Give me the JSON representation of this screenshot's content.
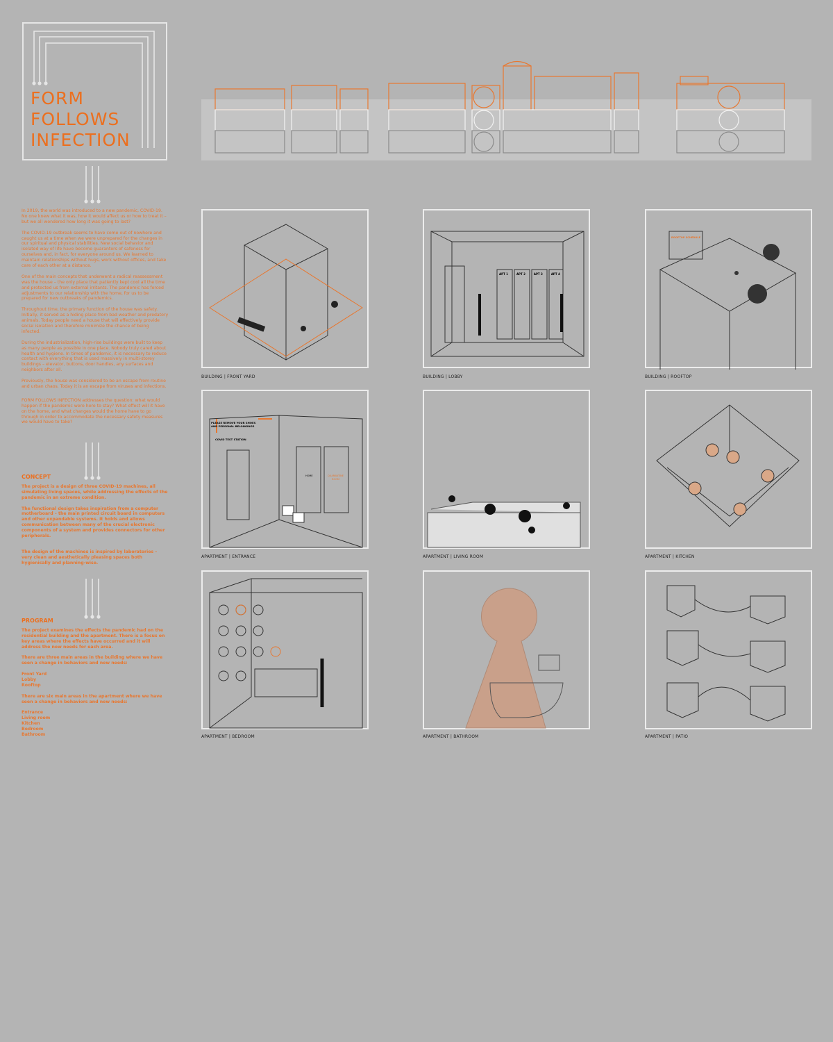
{
  "title": {
    "line1": "FORM",
    "line2": "FOLLOWS",
    "line3": "INFECTION"
  },
  "intro": [
    "In 2019, the world was introduced to a new pandemic, COVID-19. No one knew what it was, how it would affect us or how to treat it – but we all wondered how long it was going to last?",
    "The COVID-19 outbreak seems to have come out of nowhere and caught us at a time when we were unprepared for the changes in our spiritual and physical stabilities. New social behavior and isolated way of life have become guarantors of safeness for ourselves and, in fact, for everyone around us. We learned to maintain relationships without hugs, work without offices, and take care of each other at a distance.",
    "One of the main concepts that underwent a radical reassessment was the house – the only place that patiently kept cool all the time and protected us from external irritants. The pandemic has forced adjustments to our relationship with the home, for us to be prepared for new outbreaks of pandemics.",
    "Throughout time, the primary function of the house was safety. Initially, it served as a hiding place from bad weather and predatory animals. Today people need a house that will effectively provide social isolation and therefore minimize the chance of being infected.",
    "During the industrialization, high-rise buildings were built to keep as many people as possible in one place. Nobody truly cared about health and hygiene. In times of pandemic, it is necessary to reduce contact with everything that is used massively in multi-storey buildings – elevator, buttons, door handles, any surfaces and neighbors after all.",
    "Previously, the house was considered to be an escape from routine and urban chaos. Today it is an escape from viruses and infections.",
    "FORM FOLLOWS INFECTION addresses the question: what would happen if the pandemic were here to stay? What effect will it have on the home, and what changes would the home have to go through in order to accommodate the necessary safety measures we would have to take?"
  ],
  "concept": {
    "heading": "CONCEPT",
    "paragraphs": [
      "The project is a design of three COVID-19 machines, all simulating living spaces, while addressing the effects of the pandemic in an extreme condition.",
      "The functional design takes inspiration from a computer motherboard – the main printed circuit board in computers and other expandable systems. It holds and allows communication between many of the crucial electronic components of a system and provides connectors for other peripherals.",
      "The design of the machines is inspired by laboratories – very clean and aesthetically pleasing spaces both hygienically and planning-wise."
    ]
  },
  "program": {
    "heading": "PROGRAM",
    "p1": "The project examines the effects the pandemic had on the residential building and the apartment. There is a focus on key areas where the effects have occurred and it will address the new needs for each area.",
    "p2": "There are three main areas in the building where we have seen a change in behaviors and new needs:",
    "building_areas": [
      "Front Yard",
      "Lobby",
      "Rooftop"
    ],
    "p3": "There are six main areas in the apartment where we have seen a change in behaviors and new needs:",
    "apartment_areas": [
      "Entrance",
      "Living room",
      "Kitchen",
      "Bedroom",
      "Bathroom"
    ]
  },
  "panels": [
    {
      "caption": "BUILDING | FRONT YARD"
    },
    {
      "caption": "BUILDING | LOBBY",
      "labels": [
        "APT 1",
        "APT 2",
        "APT 3",
        "APT 4"
      ]
    },
    {
      "caption": "BUILDING | ROOFTOP",
      "label": "ROOFTOP SCHEDULE"
    },
    {
      "caption": "APARTMENT | ENTRANCE",
      "sign1": "PLEASE REMOVE YOUR SHOES",
      "sign2": "AND PERSONAL BELONGINGS",
      "sign3": "COVID TEST STATION",
      "door1": "HOME",
      "door2a": "QUARANTINE",
      "door2b": "ROOM"
    },
    {
      "caption": "APARTMENT | LIVING ROOM"
    },
    {
      "caption": "APARTMENT | KITCHEN"
    },
    {
      "caption": "APARTMENT | BEDROOM"
    },
    {
      "caption": "APARTMENT | BATHROOM"
    },
    {
      "caption": "APARTMENT | PATIO"
    }
  ],
  "colors": {
    "accent": "#ec6f1e",
    "background": "#b4b4b4",
    "line": "#ececec"
  }
}
